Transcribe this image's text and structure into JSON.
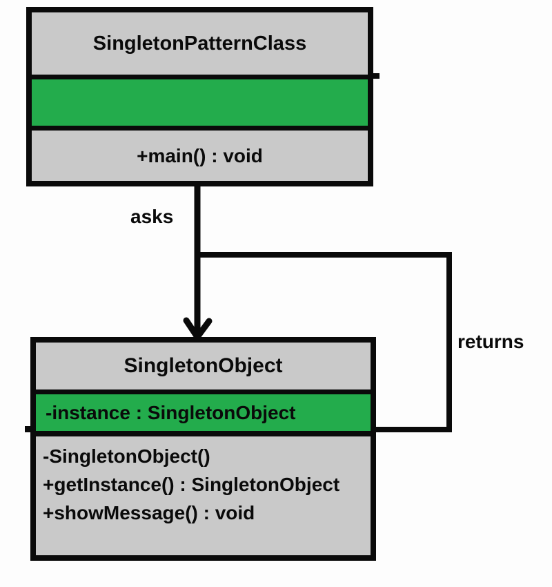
{
  "diagram": {
    "type": "uml-class-diagram",
    "classes": [
      {
        "name": "SingletonPatternClass",
        "attributes": [],
        "methods": [
          "+main() : void"
        ]
      },
      {
        "name": "SingletonObject",
        "attributes": [
          "-instance : SingletonObject"
        ],
        "methods": [
          "-SingletonObject()",
          "+getInstance() : SingletonObject",
          "+showMessage() : void"
        ]
      }
    ],
    "relationships": [
      {
        "label": "asks",
        "from": "SingletonPatternClass",
        "to": "SingletonObject",
        "style": "arrow-down"
      },
      {
        "label": "returns",
        "from": "SingletonObject",
        "to": "asks-line",
        "style": "orthogonal-loop"
      }
    ],
    "labels": {
      "asks": "asks",
      "returns": "returns"
    },
    "colors": {
      "section_fill": "#c9c9c9",
      "attribute_fill": "#23ac4c",
      "line": "#0a0a0a",
      "background": "#fdfdfd"
    }
  }
}
